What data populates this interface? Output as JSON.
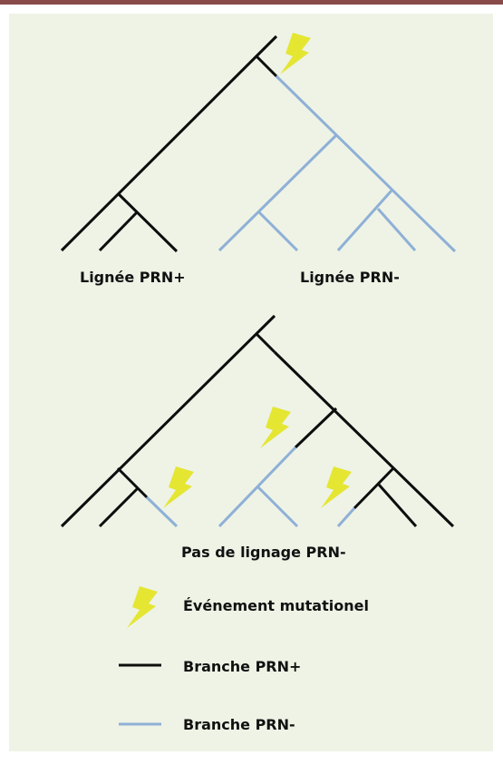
{
  "colors": {
    "pos_branch": "#0d0d0d",
    "neg_branch": "#8fb0d6",
    "bolt": "#e4e632",
    "panel_bg": "#eef3e6",
    "top_bar": "#8a4a4a"
  },
  "tree1": {
    "label_left": "Lignée PRN+",
    "label_right": "Lignée PRN-"
  },
  "tree2": {
    "label": "Pas de lignage PRN-"
  },
  "legend": {
    "mutation": {
      "icon": "lightning-bolt-icon",
      "label": "Événement mutationel"
    },
    "pos": {
      "label": "Branche PRN+"
    },
    "neg": {
      "label": "Branche PRN-"
    }
  }
}
